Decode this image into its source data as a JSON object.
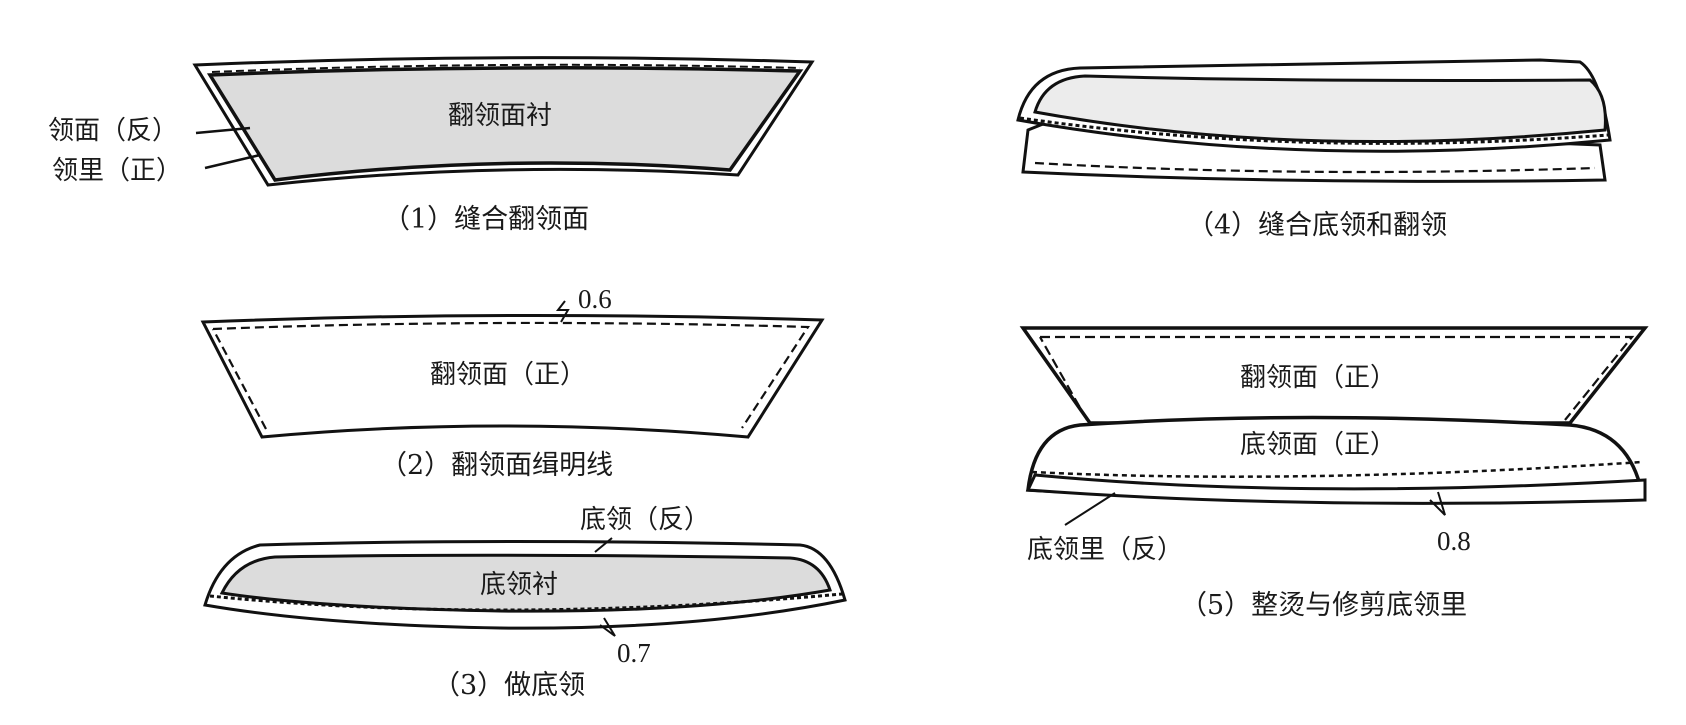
{
  "colors": {
    "stroke": "#111111",
    "interlining_fill": "#dcdcdc",
    "paper": "#ffffff"
  },
  "panels": [
    {
      "caption": "（1）缝合翻领面",
      "center_label": "翻领面衬",
      "callouts": [
        "领面（反）",
        "领里（正）"
      ]
    },
    {
      "caption": "（2）翻领面缉明线",
      "center_label": "翻领面（正）",
      "measure": "0.6"
    },
    {
      "caption": "（3）做底领",
      "center_label": "底领衬",
      "callouts": [
        "底领（反）"
      ],
      "measure": "0.7"
    },
    {
      "caption": "（4）缝合底领和翻领"
    },
    {
      "caption": "（5）整烫与修剪底领里",
      "upper_label": "翻领面（正）",
      "center_label": "底领面（正）",
      "callouts": [
        "底领里（反）"
      ],
      "measure": "0.8"
    }
  ]
}
